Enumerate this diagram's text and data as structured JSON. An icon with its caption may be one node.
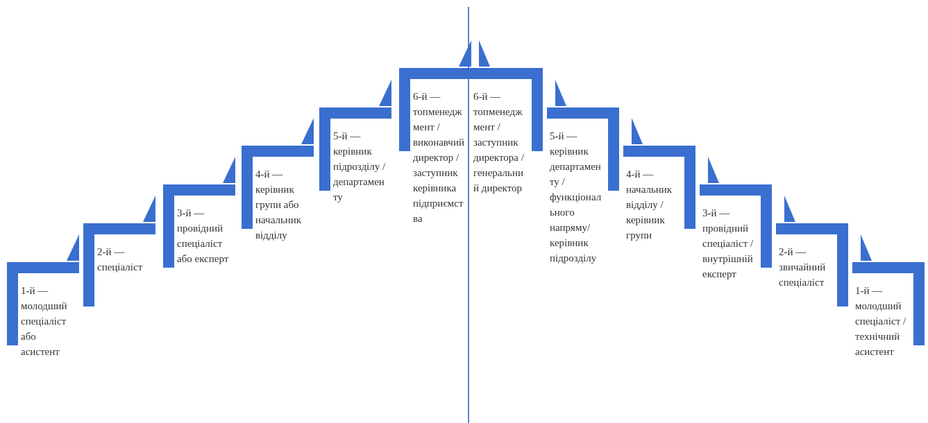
{
  "diagram": {
    "nodes": [
      {
        "text": [
          "1-й — молодший спеціаліст або асистент"
        ]
      },
      {
        "text": [
          "2-й — спеціаліст"
        ]
      },
      {
        "text": [
          "3-й — провідний спеціаліст або експерт"
        ]
      },
      {
        "text": [
          "4-й — керівник групи або начальник відділу"
        ]
      },
      {
        "text": [
          "5-й — керівник підрозділу / департаменту"
        ]
      },
      {
        "text": [
          "6-й — топменеджмент / виконавчий директор / заступник керівника підприємства"
        ]
      },
      {
        "text": [
          "6-й — топменеджмент / заступник директора / генеральний директор"
        ]
      },
      {
        "text": [
          "5-й — керівник департаменту / функціонального напряму/керівник підрозділу"
        ]
      },
      {
        "text": [
          "4-й — начальник відділу / керівник групи"
        ]
      },
      {
        "text": [
          "3-й — провідний спеціаліст / внутрішній експерт"
        ]
      },
      {
        "text": [
          "2-й — звичайний спеціаліст"
        ]
      },
      {
        "text": [
          "1-й — молодший спеціаліст / технічний асистент"
        ]
      }
    ]
  }
}
